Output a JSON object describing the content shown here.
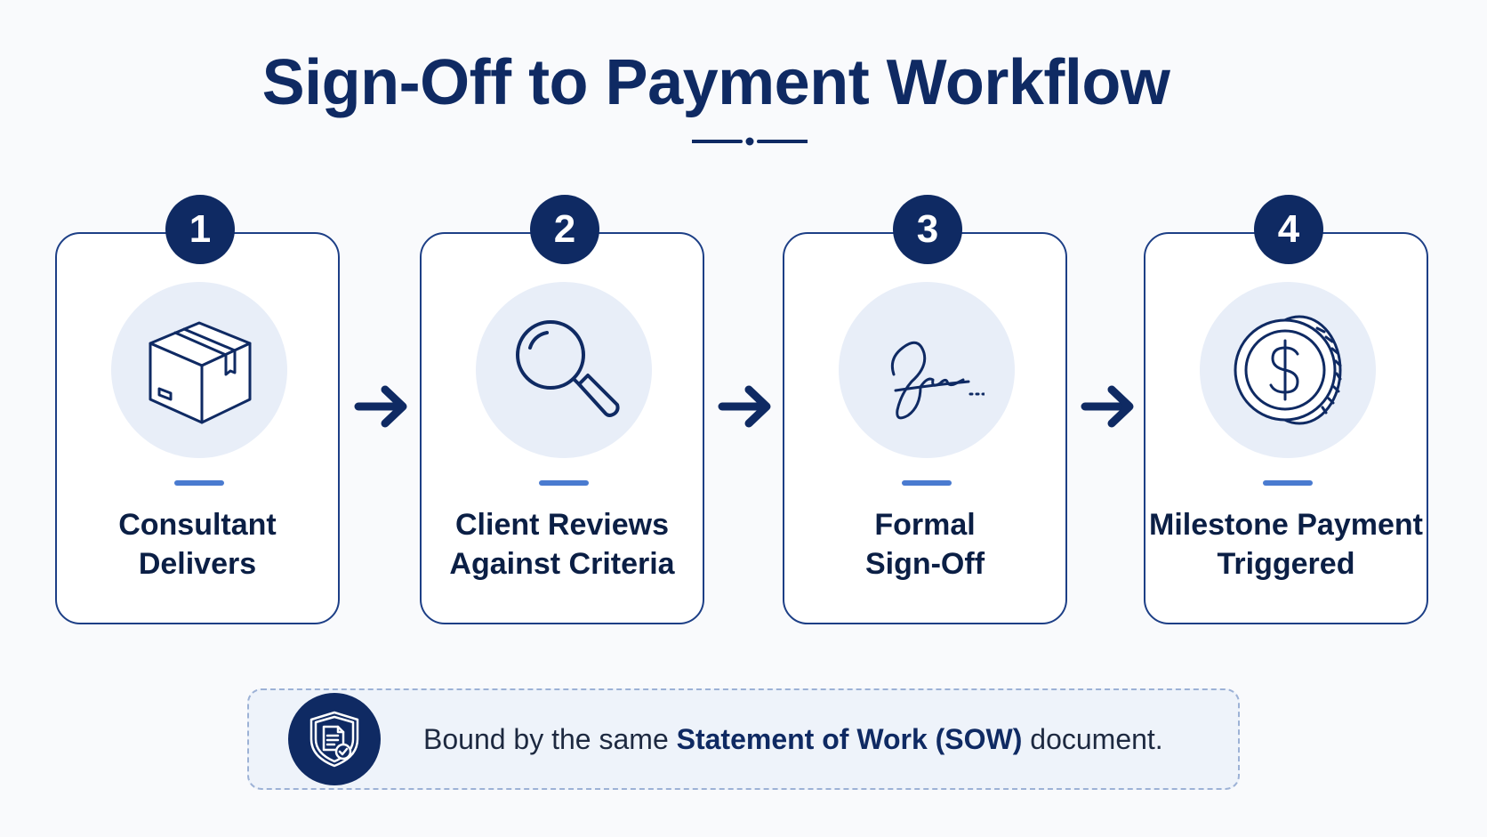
{
  "title": "Sign-Off to Payment Workflow",
  "steps": [
    {
      "number": "1",
      "label_line1": "Consultant",
      "label_line2": "Delivers",
      "icon": "box-icon"
    },
    {
      "number": "2",
      "label_line1": "Client Reviews",
      "label_line2": "Against Criteria",
      "icon": "magnifying-glass-icon"
    },
    {
      "number": "3",
      "label_line1": "Formal",
      "label_line2": "Sign-Off",
      "icon": "signature-icon"
    },
    {
      "number": "4",
      "label_line1": "Milestone Payment",
      "label_line2": "Triggered",
      "icon": "dollar-coin-icon"
    }
  ],
  "footer": {
    "text_before": "Bound by the same ",
    "text_bold": "Statement of Work (SOW)",
    "text_after": " document.",
    "icon": "shield-document-icon"
  },
  "colors": {
    "primary": "#0f2a63",
    "accent": "#4a7bd0",
    "icon_bg": "#e8eef8",
    "background": "#f9fafc"
  }
}
